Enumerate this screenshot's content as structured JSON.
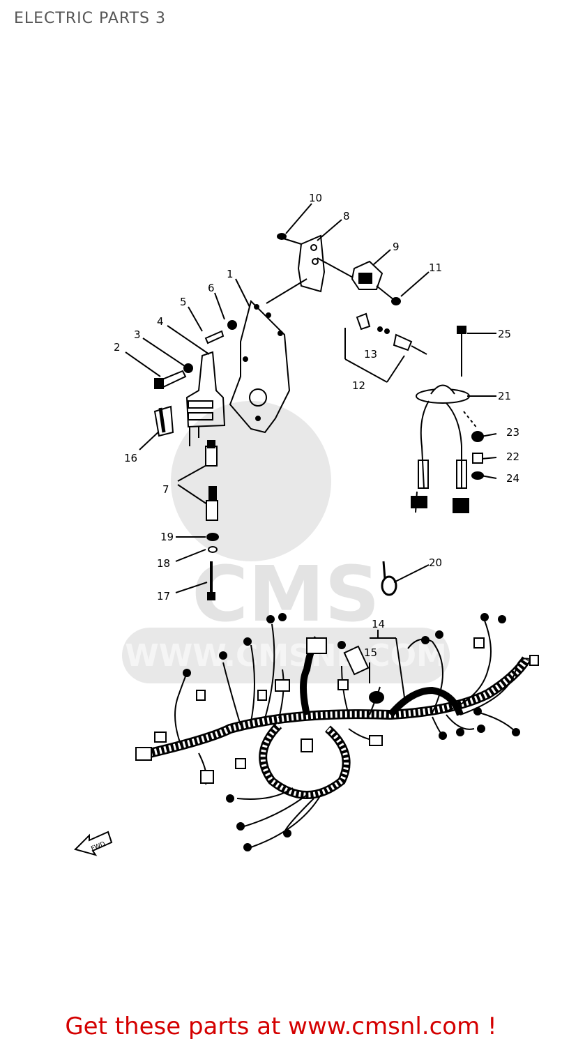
{
  "page": {
    "title": "ELECTRIC PARTS 3"
  },
  "diagram": {
    "callouts": [
      "1",
      "2",
      "3",
      "4",
      "5",
      "6",
      "7",
      "8",
      "9",
      "10",
      "11",
      "12",
      "13",
      "14",
      "15",
      "16",
      "17",
      "18",
      "19",
      "20",
      "21",
      "22",
      "23",
      "24",
      "25"
    ],
    "fwd_marker": "FWD",
    "watermark": {
      "brand": "CMS",
      "url_text": "WWW.CMSNL.COM"
    }
  },
  "footer": {
    "cta_text": "Get these parts at www.cmsnl.com !"
  },
  "colors": {
    "cta": "#d40000",
    "line": "#000000",
    "watermark": "#e6e6e6",
    "title": "#555555"
  }
}
